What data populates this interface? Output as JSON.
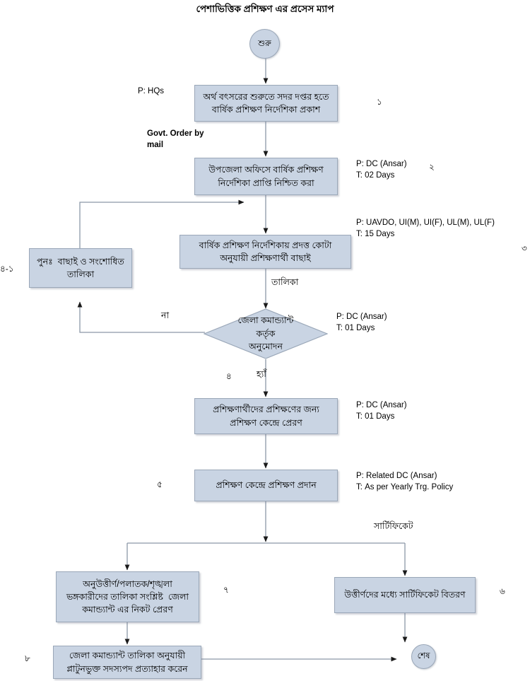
{
  "title": "পেশাভিত্তিক প্রশিক্ষণ এর প্রসেস ম্যাপ",
  "colors": {
    "node_fill": "#c9d4e3",
    "node_border": "#9aa7b8",
    "connector": "#7f8c9b",
    "text": "#000000",
    "background": "#ffffff"
  },
  "nodes": {
    "start": {
      "label": "শুরু",
      "type": "terminator"
    },
    "n1": {
      "label": "অর্থ বৎসরের শুরুতে সদর দপ্তর হতে\nবার্ষিক প্রশিক্ষণ নির্দেশিকা প্রকাশ",
      "type": "process",
      "number": "১"
    },
    "n2": {
      "label": "উপজেলা অফিসে বার্ষিক প্রশিক্ষণ\nনির্দেশিকা প্রাপ্তি নিশ্চিত করা",
      "type": "process",
      "number": "২"
    },
    "n3": {
      "label": "বার্ষিক প্রশিক্ষণ নির্দেশিকায় প্রদত্ত কোটা\nঅনুযায়ী প্রশিক্ষণার্থী বাছাই",
      "type": "process",
      "number": "৩"
    },
    "n4": {
      "label": "জেলা কমান্ড্যান্ট\nকর্তৃক\nঅনুমোদন",
      "type": "decision",
      "number": "৪"
    },
    "n41": {
      "label": "পুনঃ  বাছাই ও সংশোধিত\nতালিকা",
      "type": "process",
      "number": "৪-১"
    },
    "n5": {
      "label": "প্রশিক্ষণার্থীদের প্রশিক্ষণের জন্য\nপ্রশিক্ষণ কেন্দ্রে প্রেরণ",
      "type": "process"
    },
    "n6": {
      "label": "প্রশিক্ষণ কেন্দ্রে প্রশিক্ষণ প্রদান",
      "type": "process",
      "number": "৫"
    },
    "n7": {
      "label": "অনুউত্তীর্ণ/পলাতক/শৃঙ্খলা\nভঙ্গকারীদের তালিকা সংশ্লিষ্ট  জেলা\nকমান্ড্যান্ট এর নিকট প্রেরণ",
      "type": "process",
      "number": "৭"
    },
    "n8": {
      "label": "উত্তীর্ণদের মধ্যে সার্টিফিকেট বিতরণ",
      "type": "process",
      "number": "৬"
    },
    "n9": {
      "label": "জেলা কমান্ড্যান্ট তালিকা অনুযায়ী\nপ্লাটুনভুক্ত সদস্যপদ প্রত্যাহার করেন",
      "type": "process",
      "number": "৮"
    },
    "end": {
      "label": "শেষ",
      "type": "terminator"
    }
  },
  "annotations": {
    "a1_p": "P: HQs",
    "a1_govt": "Govt. Order by\nmail",
    "a2": "P: DC (Ansar)\nT: 02 Days",
    "a3": "P: UAVDO, UI(M), UI(F), UL(M), UL(F)\nT: 15 Days",
    "a3_list": "তালিকা",
    "a4": "P: DC (Ansar)\nT: 01 Days",
    "a4_no": "না",
    "a4_yes": "হ্যাঁ",
    "a5": "P: DC (Ansar)\nT: 01 Days",
    "a6": "P: Related DC (Ansar)\nT: As per Yearly Trg. Policy",
    "a6_cert": "সার্টিফিকেট"
  },
  "numbers": {
    "n1": "১",
    "n2": "২",
    "n3": "৩",
    "n4": "৪",
    "n41": "৪-১",
    "n6": "৫",
    "n7": "৭",
    "n8": "৬",
    "n9": "৮"
  }
}
